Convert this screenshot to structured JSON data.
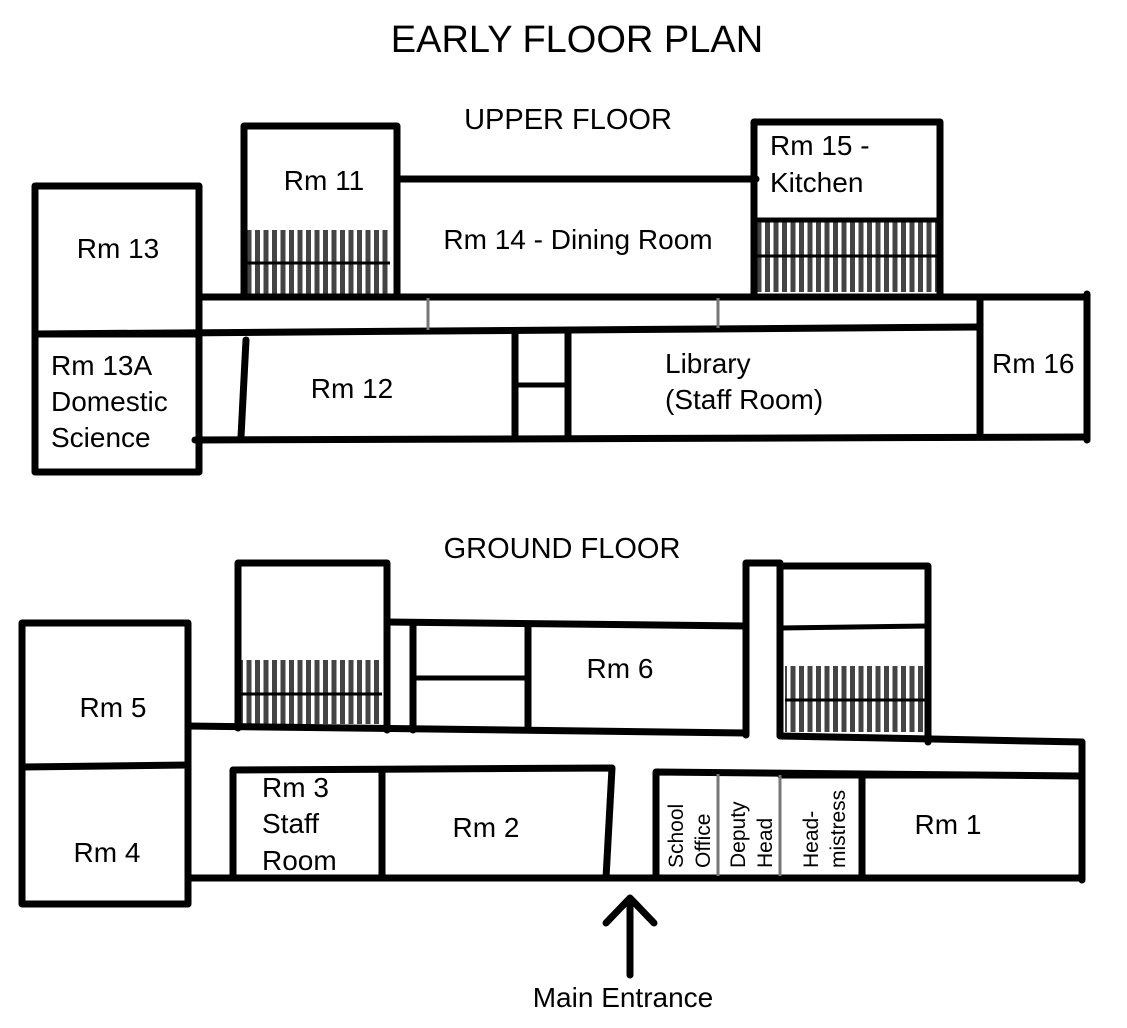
{
  "title": "EARLY FLOOR PLAN",
  "upper_floor": {
    "heading": "UPPER FLOOR",
    "rooms": {
      "rm11": "Rm 11",
      "rm13": "Rm 13",
      "rm14": "Rm 14 - Dining Room",
      "rm15_line1": "Rm 15 -",
      "rm15_line2": "Kitchen",
      "rm13a_line1": "Rm 13A",
      "rm13a_line2": "Domestic",
      "rm13a_line3": "Science",
      "rm12": "Rm 12",
      "library_line1": "Library",
      "library_line2": "(Staff Room)",
      "rm16": "Rm 16"
    }
  },
  "ground_floor": {
    "heading": "GROUND FLOOR",
    "rooms": {
      "rm5": "Rm 5",
      "rm4": "Rm 4",
      "rm6": "Rm 6",
      "rm3_line1": "Rm 3",
      "rm3_line2": "Staff",
      "rm3_line3": "Room",
      "rm2": "Rm 2",
      "school_office_line1": "School",
      "school_office_line2": "Office",
      "deputy_head_line1": "Deputy",
      "deputy_head_line2": "Head",
      "headmistress_line1": "Head-",
      "headmistress_line2": "mistress",
      "rm1": "Rm 1"
    }
  },
  "entrance_label": "Main Entrance"
}
